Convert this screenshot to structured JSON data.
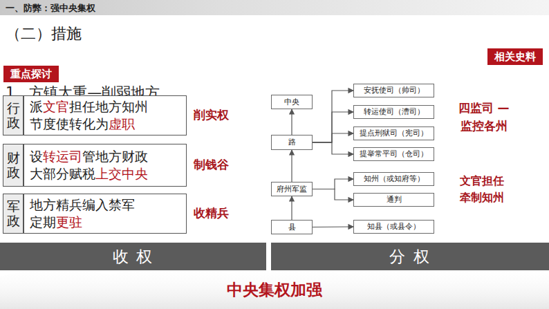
{
  "diagram": {
    "title": "一、防弊：强中央集权",
    "caption": "中央集权加强",
    "nodes": [
      {
        "text": [
          "重点探讨"
        ]
      },
      {
        "text": [
          "相关史料"
        ]
      },
      {
        "text": [
          "行政"
        ]
      },
      {
        "text": [
          "派文官担任地方知州 节度使转化为虚职"
        ]
      },
      {
        "text": [
          "财政"
        ]
      },
      {
        "text": [
          "设转运司管地方财政 大部分赋税上交中央"
        ]
      },
      {
        "text": [
          "军政"
        ]
      },
      {
        "text": [
          "地方精兵编入禁军 定期更驻"
        ]
      },
      {
        "text": [
          "收 权"
        ]
      },
      {
        "text": [
          "中央"
        ]
      },
      {
        "text": [
          "安抚使司（帅司）"
        ]
      },
      {
        "text": [
          "转运使司（漕司）"
        ]
      },
      {
        "text": [
          "路"
        ]
      },
      {
        "text": [
          "提点刑狱司（宪司）"
        ]
      },
      {
        "text": [
          "提举常平司（仓司）"
        ]
      },
      {
        "text": [
          "府州军监"
        ]
      },
      {
        "text": [
          "知州（或知府等）"
        ]
      },
      {
        "text": [
          "通判"
        ]
      },
      {
        "text": [
          "县"
        ]
      },
      {
        "text": [
          "知县（或县令）"
        ]
      },
      {
        "text": [
          "分 权"
        ]
      }
    ],
    "edges": [
      {
        "from": 18,
        "to": 15,
        "arrow": "to"
      },
      {
        "from": 15,
        "to": 12,
        "arrow": "to"
      },
      {
        "from": 12,
        "to": 9,
        "arrow": "to"
      },
      {
        "from": 12,
        "to": 10,
        "arrow": "to"
      },
      {
        "from": 12,
        "to": 11,
        "arrow": "to"
      },
      {
        "from": 12,
        "to": 13,
        "arrow": "to"
      },
      {
        "from": 12,
        "to": 14,
        "arrow": "to"
      },
      {
        "from": 15,
        "to": 16,
        "arrow": "to"
      },
      {
        "from": 15,
        "to": 17,
        "arrow": "to"
      },
      {
        "from": 18,
        "to": 19,
        "arrow": "to"
      }
    ],
    "labels": [
      "（二）措施",
      "1、方镇太重—削弱地方",
      "削实权",
      "制钱谷",
      "收精兵",
      "四监司 —监控各州",
      "文官担任 牵制知州"
    ]
  }
}
